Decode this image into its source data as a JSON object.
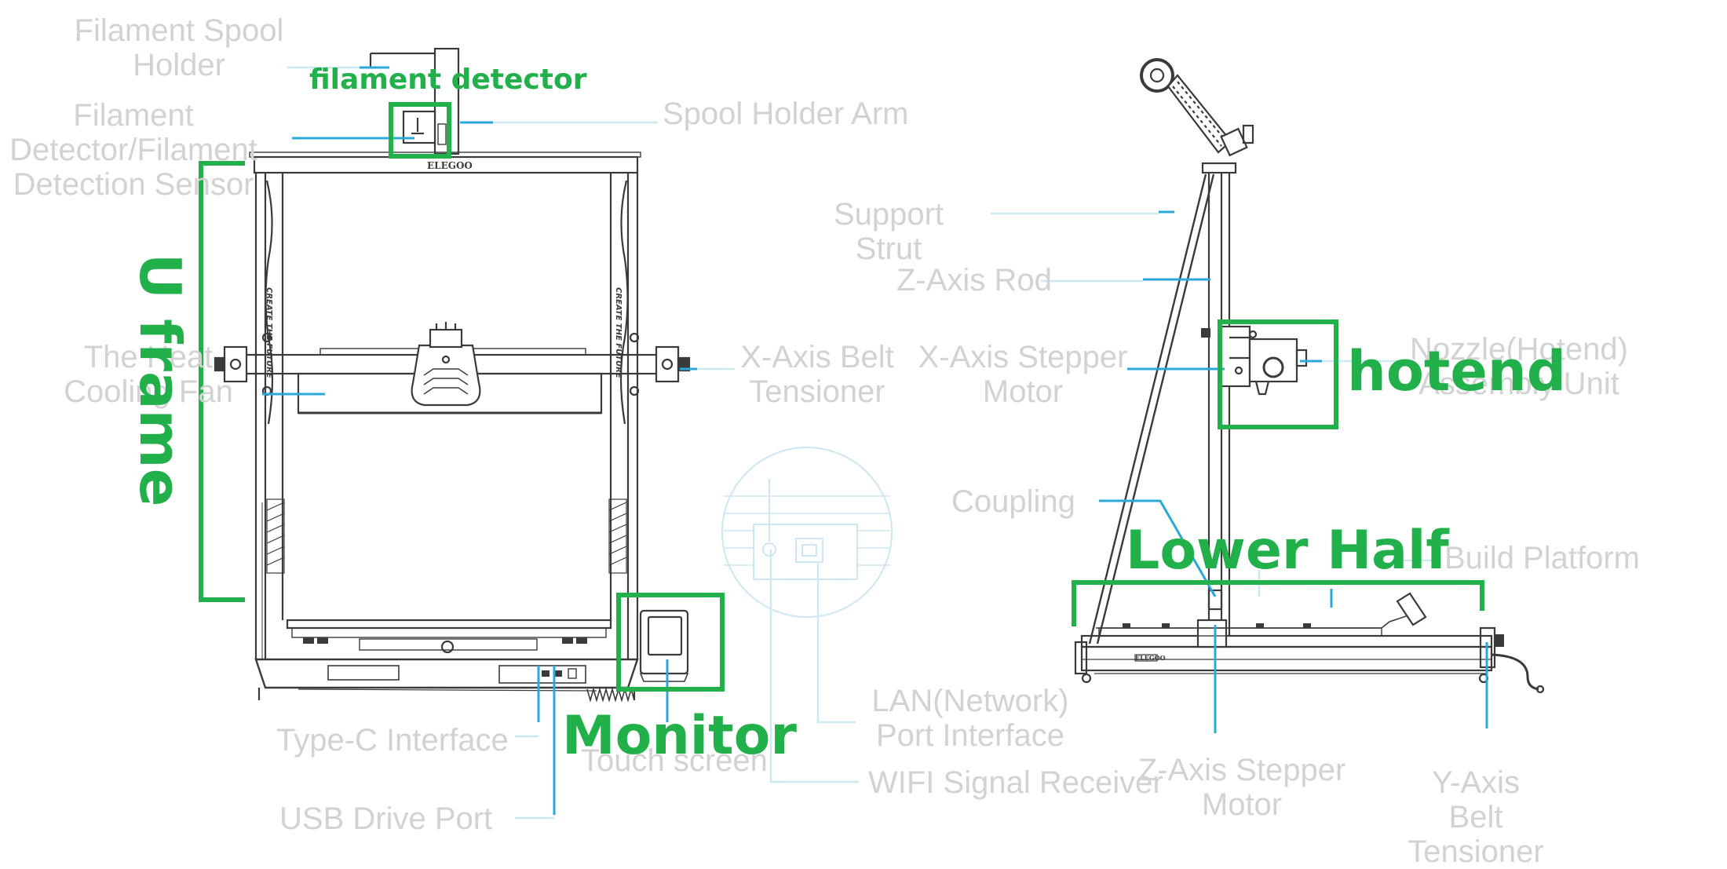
{
  "labels": {
    "filament_spool_holder": [
      "Filament Spool",
      "Holder"
    ],
    "filament_detector_sensor": [
      "Filament",
      "Detector/Filament",
      "Detection Sensor"
    ],
    "the_heat_cooling_fan": [
      "The Heat",
      "Cooling Fan"
    ],
    "spool_holder_arm": "Spool Holder Arm",
    "x_axis_belt_tensioner": [
      "X-Axis Belt",
      "Tensioner"
    ],
    "type_c_interface": "Type-C Interface",
    "usb_drive_port": "USB Drive Port",
    "touch_screen": "Touch screen",
    "lan_port_interface": [
      "LAN(Network)",
      "Port Interface"
    ],
    "wifi_signal_receiver": "WIFI Signal Receiver",
    "support_strut": [
      "Support",
      "Strut"
    ],
    "z_axis_rod": "Z-Axis Rod",
    "x_axis_stepper_motor": [
      "X-Axis Stepper",
      "Motor"
    ],
    "nozzle_hotend_assembly": [
      "Nozzle(Hotend)",
      "Assembly Unit"
    ],
    "coupling": "Coupling",
    "build_platform": "Build Platform",
    "z_axis_stepper_motor": [
      "Z-Axis Stepper",
      "Motor"
    ],
    "y_axis_belt_tensioner": [
      "Y-Axis",
      "Belt",
      "Tensioner"
    ],
    "brand_logo": "ELEGOO",
    "frame_text": "CREATE THE FUTURE"
  },
  "annotations": {
    "filament_detector": "filament detector",
    "u_frame": "U frame",
    "monitor": "Monitor",
    "hotend": "hotend",
    "lower_half": "Lower Half"
  },
  "colors": {
    "annotation_green": "#22b04b",
    "leader_blue": "#29a9d9",
    "faded_label": "#d2d2d2",
    "drawing_line": "#3a3a3a"
  }
}
